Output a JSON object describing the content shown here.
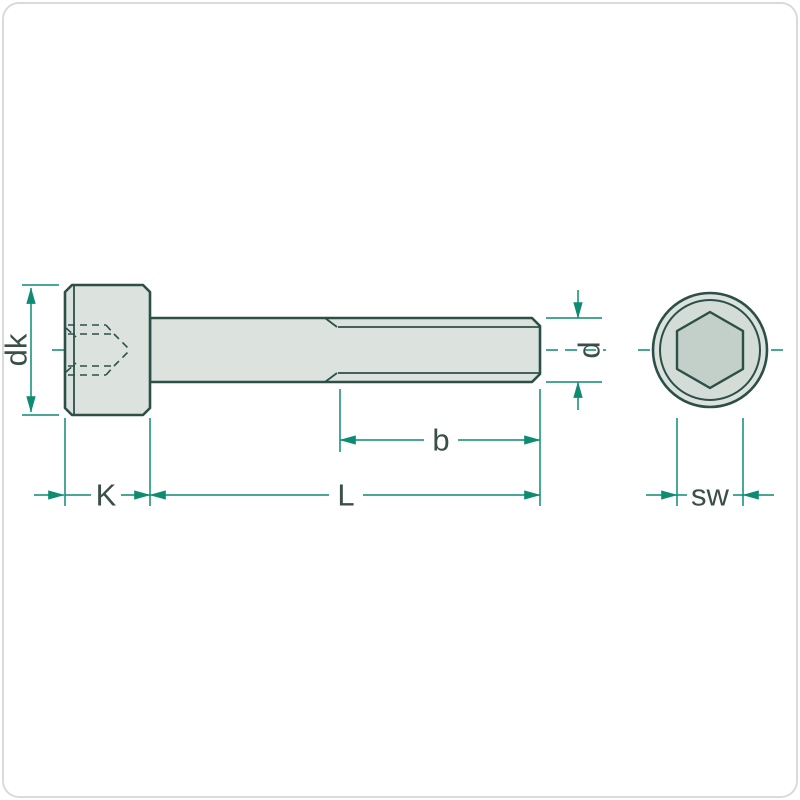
{
  "diagram": {
    "labels": {
      "head_diameter": "dk",
      "head_height": "K",
      "total_length": "L",
      "thread_length": "b",
      "thread_diameter": "d",
      "socket_width": "sw"
    },
    "colors": {
      "outline": "#2c4f48",
      "dimension": "#0d8c72",
      "fill": "#dce3df",
      "fill_inner": "#d3dcd7",
      "hex_fill": "#c3cfc9",
      "label_text": "#3a4f49",
      "frame": "#d9dbda",
      "background": "#ffffff"
    }
  }
}
